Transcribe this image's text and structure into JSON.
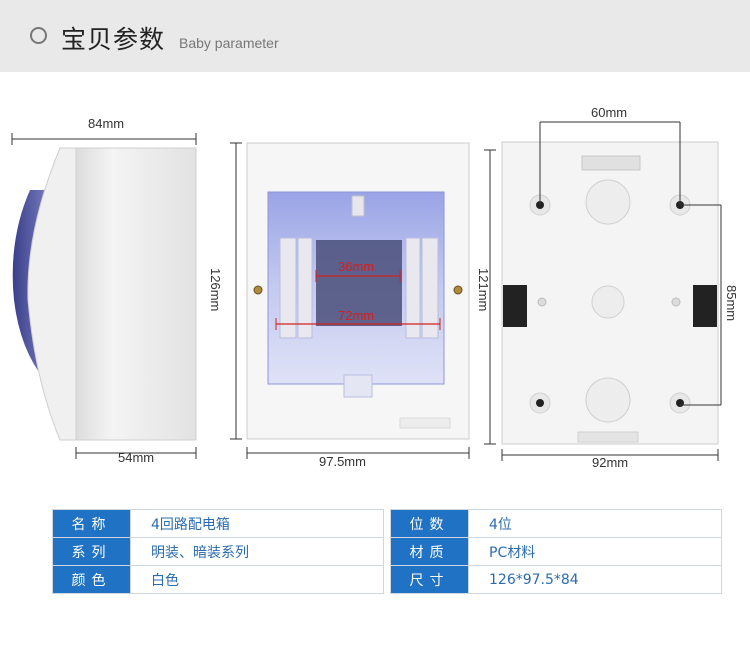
{
  "header": {
    "title_cn": "宝贝参数",
    "title_en": "Baby parameter"
  },
  "dimensions": {
    "side_width": "84mm",
    "side_depth": "54mm",
    "front_height": "126mm",
    "front_width": "97.5mm",
    "inner_width_small": "36mm",
    "inner_width_large": "72mm",
    "back_hole_spacing_h": "60mm",
    "back_height": "121mm",
    "back_hole_spacing_v": "85mm",
    "back_width": "92mm"
  },
  "specs_left": [
    {
      "label": "名称",
      "value": "4回路配电箱"
    },
    {
      "label": "系列",
      "value": "明装、暗装系列"
    },
    {
      "label": "颜色",
      "value": "白色"
    }
  ],
  "specs_right": [
    {
      "label": "位数",
      "value": "4位"
    },
    {
      "label": "材质",
      "value": "PC材料"
    },
    {
      "label": "尺寸",
      "value": "126*97.5*84"
    }
  ],
  "colors": {
    "header_bg": "#e9e9e9",
    "label_bg": "#1f72c4",
    "value_text": "#2a6cb0",
    "measure_red": "#d42020"
  }
}
